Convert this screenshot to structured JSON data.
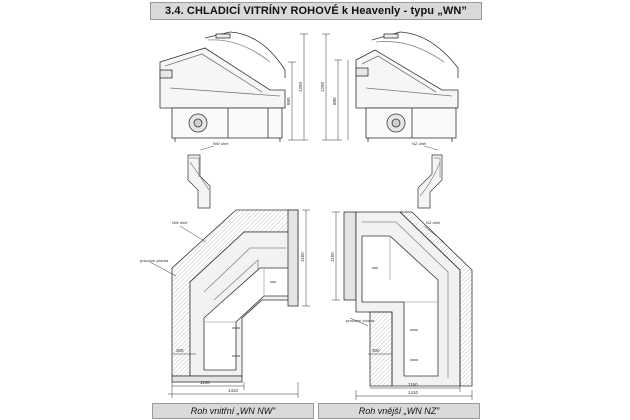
{
  "title": "3.4. CHLADICÍ VITRÍNY ROHOVÉ k Heavenly - typu „WN”",
  "captions": {
    "inner": "Roh vnitřní „WN NW”",
    "outer": "Roh vnější „WN NZ”"
  },
  "labels": {
    "nw_label_top": "NW úhel",
    "nz_label_top": "NZ úhel",
    "nw_label_plan": "NW úhel",
    "nz_label_plan": "NZ úhel",
    "shelf_left": "pracovní plocha",
    "shelf_right": "pracovní plocha"
  },
  "dimensions": {
    "left_height_a": "880",
    "left_height_b": "1250",
    "right_height_a": "880",
    "right_height_b": "1250",
    "left_plan_side": "1160",
    "right_plan_side": "1160",
    "left_depth": "300",
    "right_depth": "300",
    "left_bottom_a": "1160",
    "left_bottom_b": "1410",
    "right_bottom_a": "1160",
    "right_bottom_b": "1410"
  }
}
